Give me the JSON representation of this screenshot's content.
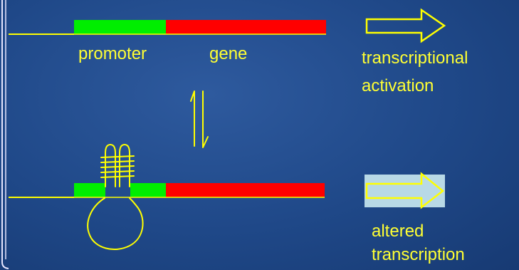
{
  "labels": {
    "promoter": "promoter",
    "gene": "gene",
    "activation": [
      "transcriptional",
      "activation"
    ],
    "altered": [
      "altered",
      "transcription"
    ]
  },
  "colors": {
    "background": "#1f4888",
    "promoter": "#00ee00",
    "gene": "#ff0000",
    "line": "#ffff00",
    "text": "#ffff33",
    "altered_box": "#b8d9e6"
  },
  "icons": {
    "equilibrium": "equilibrium-arrows-icon",
    "activation_arrow": "hollow-right-arrow-icon",
    "altered_arrow": "hollow-right-arrow-icon",
    "g_quadruplex": "g-quadruplex-loop-icon"
  }
}
